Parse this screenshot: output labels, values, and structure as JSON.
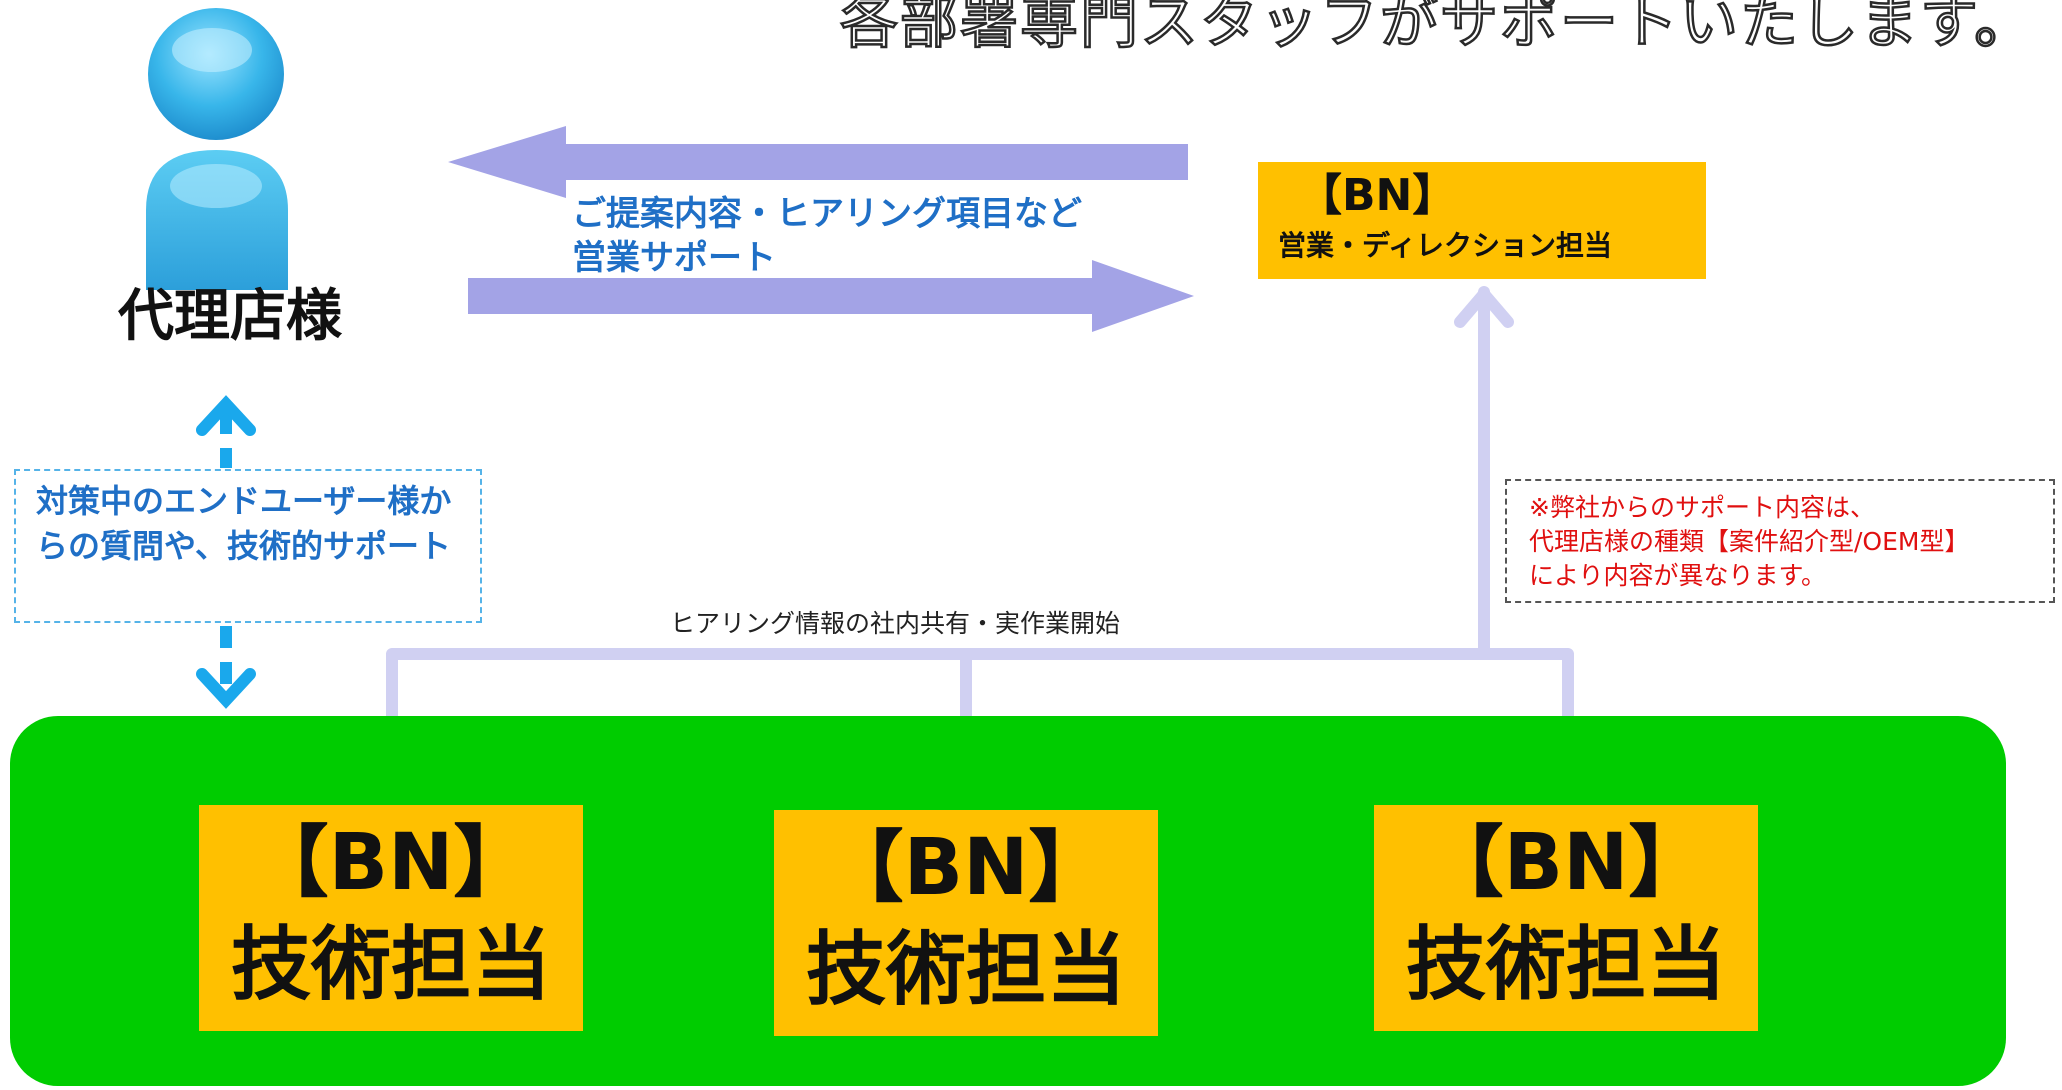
{
  "header": {
    "title": "各部署専門スタッフがサポートいたします。"
  },
  "agency": {
    "label": "代理店様"
  },
  "flow": {
    "line1": "ご提案内容・ヒアリング項目など",
    "line2": "営業サポート"
  },
  "sales_box": {
    "bn": "【BN】",
    "role": "営業・ディレクション担当"
  },
  "support": {
    "text": "対策中のエンドユーザー様からの質問や、技術的サポート"
  },
  "note": {
    "text": "※弊社からのサポート内容は、\n代理店様の種類【案件紹介型/OEM型】\nにより内容が異なります。"
  },
  "share": {
    "label": "ヒアリング情報の社内共有・実作業開始"
  },
  "tech_boxes": [
    {
      "bn": "【BN】",
      "role": "技術担当"
    },
    {
      "bn": "【BN】",
      "role": "技術担当"
    },
    {
      "bn": "【BN】",
      "role": "技術担当"
    }
  ],
  "colors": {
    "arrow_purple": "#a3a3e6",
    "connector_lavender": "#d0d0f2",
    "support_blue": "#1aa8ec",
    "box_orange": "#ffc000",
    "panel_green": "#00cc00",
    "accent_text_blue": "#1f6fc6",
    "note_red": "#e01010"
  }
}
